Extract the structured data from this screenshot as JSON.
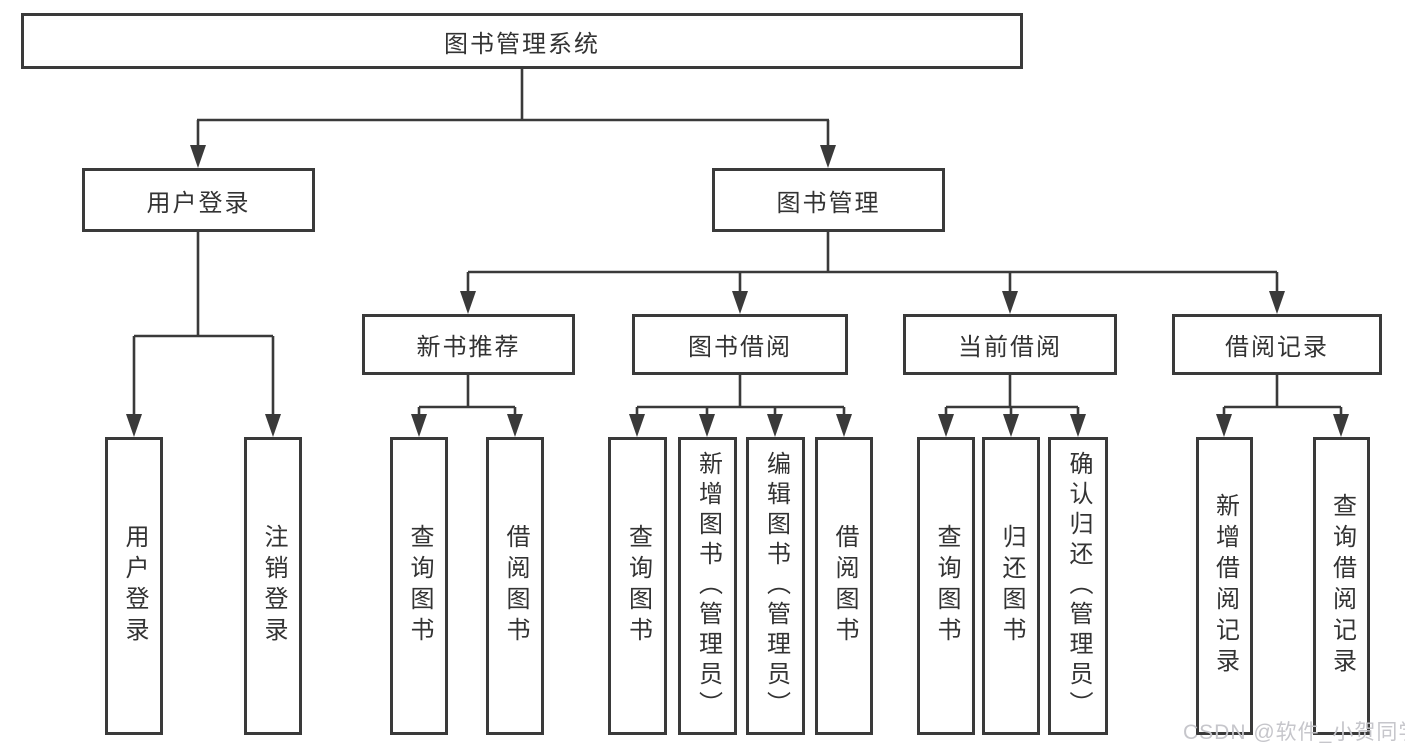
{
  "diagram": {
    "title": "图书管理系统",
    "root": {
      "label": "图书管理系统"
    },
    "branches": [
      {
        "label": "用户登录",
        "children": [
          {
            "label": "用户登录"
          },
          {
            "label": "注销登录"
          }
        ]
      },
      {
        "label": "图书管理",
        "children": [
          {
            "label": "新书推荐",
            "children": [
              {
                "label": "查询图书"
              },
              {
                "label": "借阅图书"
              }
            ]
          },
          {
            "label": "图书借阅",
            "children": [
              {
                "label": "查询图书"
              },
              {
                "label": "新增图书（管理员）"
              },
              {
                "label": "编辑图书（管理员）"
              },
              {
                "label": "借阅图书"
              }
            ]
          },
          {
            "label": "当前借阅",
            "children": [
              {
                "label": "查询图书"
              },
              {
                "label": "归还图书"
              },
              {
                "label": "确认归还（管理员）"
              }
            ]
          },
          {
            "label": "借阅记录",
            "children": [
              {
                "label": "新增借阅记录"
              },
              {
                "label": "查询借阅记录"
              }
            ]
          }
        ]
      }
    ],
    "watermark": {
      "text": "CSDN @软件_小贺同学"
    },
    "colors": {
      "line": "#3a3a3a",
      "text": "#333333",
      "watermark": "#c6c6cb",
      "background": "#ffffff"
    }
  }
}
